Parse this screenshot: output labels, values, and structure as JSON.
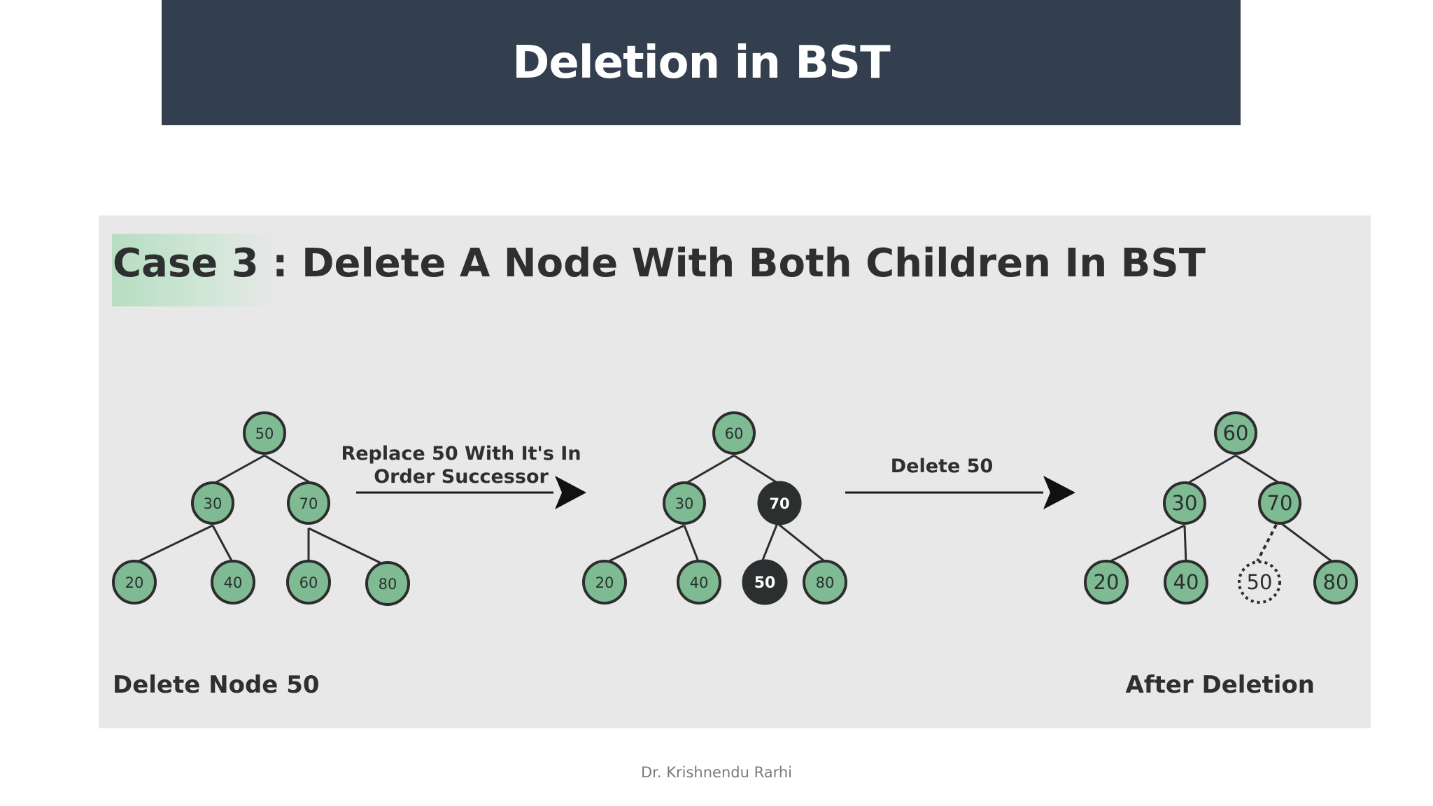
{
  "slide": {
    "title": "Deletion in BST",
    "footer": "Dr. Krishnendu Rarhi"
  },
  "figure": {
    "case_label": "Case 3 :",
    "case_title": "Delete A Node With Both Children In BST",
    "step1_caption": "Delete Node 50",
    "arrow1_line1": "Replace 50 With It's In",
    "arrow1_line2": "Order Successor",
    "arrow2_label": "Delete 50",
    "step3_caption": "After Deletion",
    "colors": {
      "node_fill": "#7fbb92",
      "node_dark": "#2b2f30",
      "edge": "#2d2d2d",
      "panel_bg": "#e8e8e8"
    },
    "tree1": {
      "root": "50",
      "level1": [
        "30",
        "70"
      ],
      "level2": [
        "20",
        "40",
        "60",
        "80"
      ]
    },
    "tree2": {
      "root": "60",
      "level1": [
        "30",
        "70"
      ],
      "level2": [
        "20",
        "40",
        "50",
        "80"
      ],
      "highlighted": [
        "70",
        "50"
      ]
    },
    "tree3": {
      "root": "60",
      "level1": [
        "30",
        "70"
      ],
      "level2": [
        "20",
        "40",
        "50",
        "80"
      ],
      "deleted": "50"
    }
  }
}
